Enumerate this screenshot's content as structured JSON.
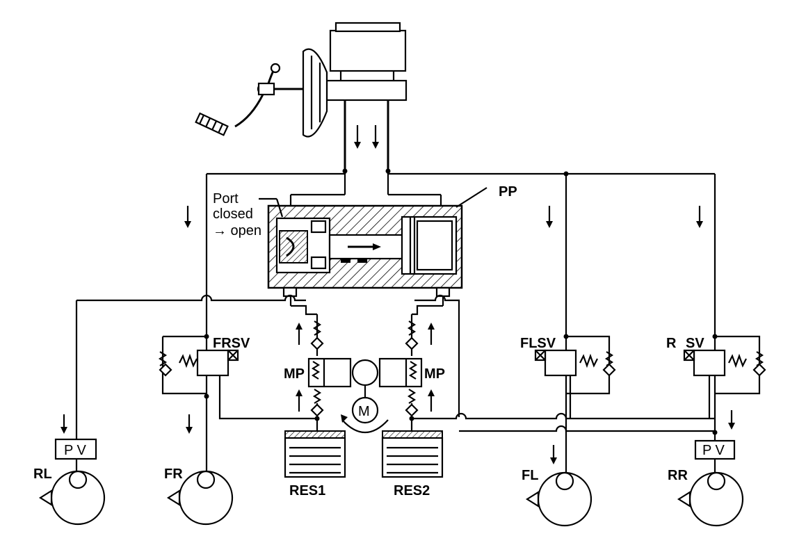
{
  "diagram": {
    "labels": {
      "pp": "PP",
      "port_line1": "Port",
      "port_line2": "closed",
      "port_line3": "→ open",
      "frsv": "FRSV",
      "flsv": "FLSV",
      "rsv_r": "R",
      "rsv_sv": "SV",
      "mp_left": "MP",
      "mp_right": "MP",
      "motor": "M",
      "res1": "RES1",
      "res2": "RES2",
      "pv_left": "P V",
      "pv_right": "P V",
      "rl": "RL",
      "fr": "FR",
      "fl": "FL",
      "rr": "RR"
    }
  }
}
